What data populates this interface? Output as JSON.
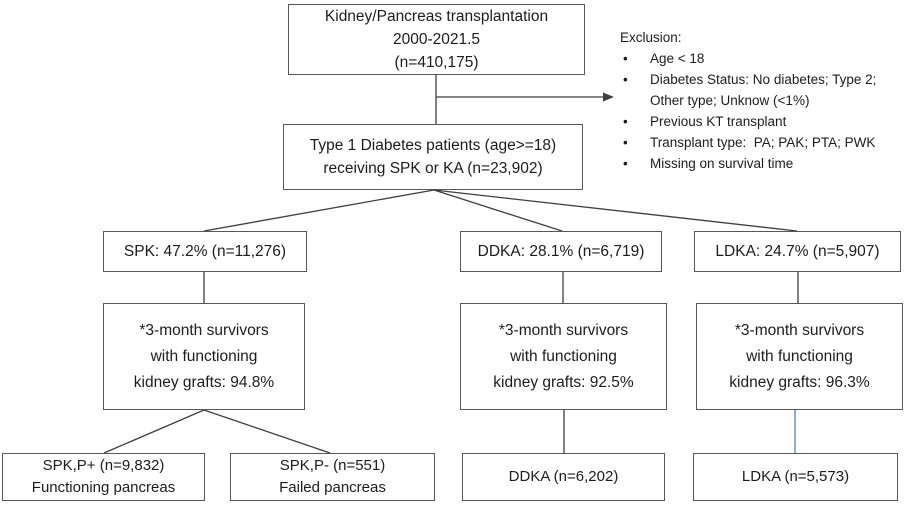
{
  "colors": {
    "box_border": "#575757",
    "connector": "#3f3f3f",
    "highlight_connector": "#8eaadb",
    "text": "#1c1c1c"
  },
  "nodes": {
    "total": {
      "lines": [
        "Kidney/Pancreas transplantation",
        "2000-2021.5",
        "(n=410,175)"
      ]
    },
    "cohort": {
      "lines": [
        "Type 1 Diabetes patients (age>=18)",
        "receiving SPK or KA (n=23,902)"
      ]
    },
    "spk": {
      "lines": [
        "SPK: 47.2% (n=11,276)"
      ]
    },
    "ddka": {
      "lines": [
        "DDKA: 28.1% (n=6,719)"
      ]
    },
    "ldka": {
      "lines": [
        "LDKA: 24.7% (n=5,907)"
      ]
    },
    "spk_survivors": {
      "lines": [
        "*3-month survivors",
        "with functioning",
        "kidney grafts: 94.8%"
      ]
    },
    "ddka_survivors": {
      "lines": [
        "*3-month survivors",
        "with functioning",
        "kidney grafts: 92.5%"
      ]
    },
    "ldka_survivors": {
      "lines": [
        "*3-month survivors",
        "with functioning",
        "kidney grafts: 96.3%"
      ]
    },
    "spk_p_plus": {
      "lines": [
        "SPK,P+ (n=9,832)",
        "Functioning pancreas"
      ]
    },
    "spk_p_minus": {
      "lines": [
        "SPK,P- (n=551)",
        "Failed pancreas"
      ]
    },
    "ddka_final": {
      "lines": [
        "DDKA (n=6,202)"
      ]
    },
    "ldka_final": {
      "lines": [
        "LDKA (n=5,573)"
      ]
    }
  },
  "exclusion": {
    "heading": "Exclusion:",
    "bullet_char": "•",
    "items": [
      {
        "lines": [
          "Age < 18"
        ]
      },
      {
        "lines": [
          "Diabetes Status: No diabetes; Type 2;",
          "Other type; Unknow (<1%)"
        ]
      },
      {
        "lines": [
          "Previous KT transplant"
        ]
      },
      {
        "lines": [
          "Transplant type:  PA; PAK; PTA; PWK"
        ]
      },
      {
        "lines": [
          "Missing on survival time"
        ]
      }
    ]
  }
}
